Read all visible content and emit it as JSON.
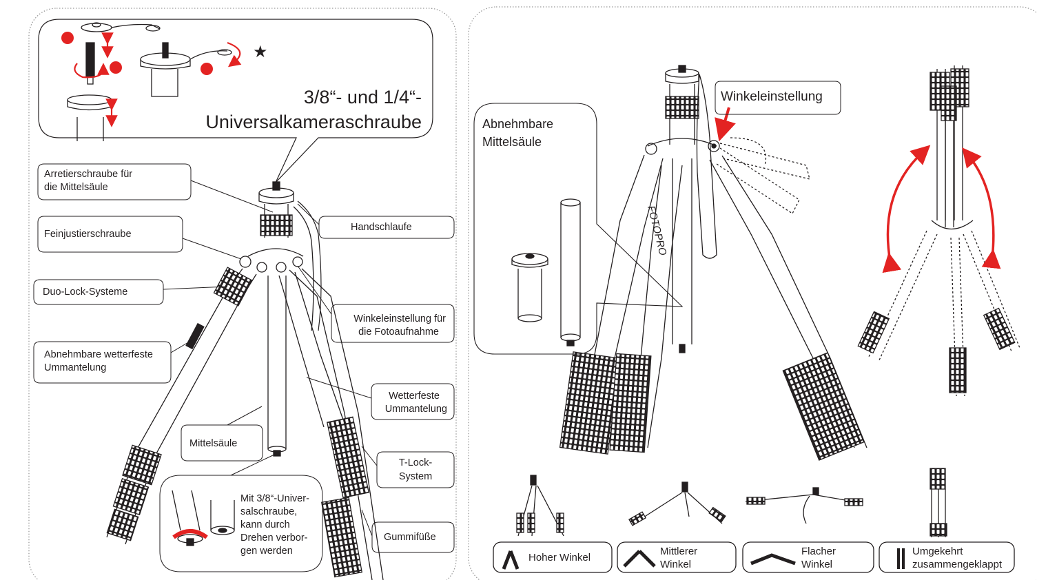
{
  "colors": {
    "line": "#231f20",
    "accent": "#e32322",
    "panel_border": "#9a9a9a"
  },
  "left_panel": {
    "screw_callout": {
      "line1": "3/8“- und 1/4“-",
      "line2": "Universalkameraschraube",
      "star": "★"
    },
    "labels": {
      "arretier_1": "Arretierschraube für",
      "arretier_2": "die Mittelsäule",
      "feinjustier": "Feinjustierschraube",
      "duolock": "Duo-Lock-Systeme",
      "abnehmbar_1": "Abnehmbare wetterfeste",
      "abnehmbar_2": "Ummantelung",
      "handschlaufe": "Handschlaufe",
      "winkel_foto_1": "Winkeleinstellung für",
      "winkel_foto_2": "die Fotoaufnahme",
      "wetter_1": "Wetterfeste",
      "wetter_2": "Ummantelung",
      "mittelsaeule": "Mittelsäule",
      "tlock_1": "T-Lock-",
      "tlock_2": "System",
      "gummi": "Gummifüße",
      "hidden_1": "Mit 3/8“-Univer-",
      "hidden_2": "salschraube,",
      "hidden_3": "kann durch",
      "hidden_4": "Drehen verbor-",
      "hidden_5": "gen werden"
    }
  },
  "right_panel": {
    "winkeleinstellung": "Winkeleinstellung",
    "abnehmbare_1": "Abnehmbare",
    "abnehmbare_2": "Mittelsäule",
    "brand_text": "FOTOPRO",
    "modes": [
      {
        "icon": "high-angle-icon",
        "line1": "Hoher Winkel",
        "line2": ""
      },
      {
        "icon": "medium-angle-icon",
        "line1": "Mittlerer",
        "line2": "Winkel"
      },
      {
        "icon": "flat-angle-icon",
        "line1": "Flacher",
        "line2": "Winkel"
      },
      {
        "icon": "reverse-folded-icon",
        "line1": "Umgekehrt",
        "line2": "zusammengeklappt"
      }
    ]
  }
}
